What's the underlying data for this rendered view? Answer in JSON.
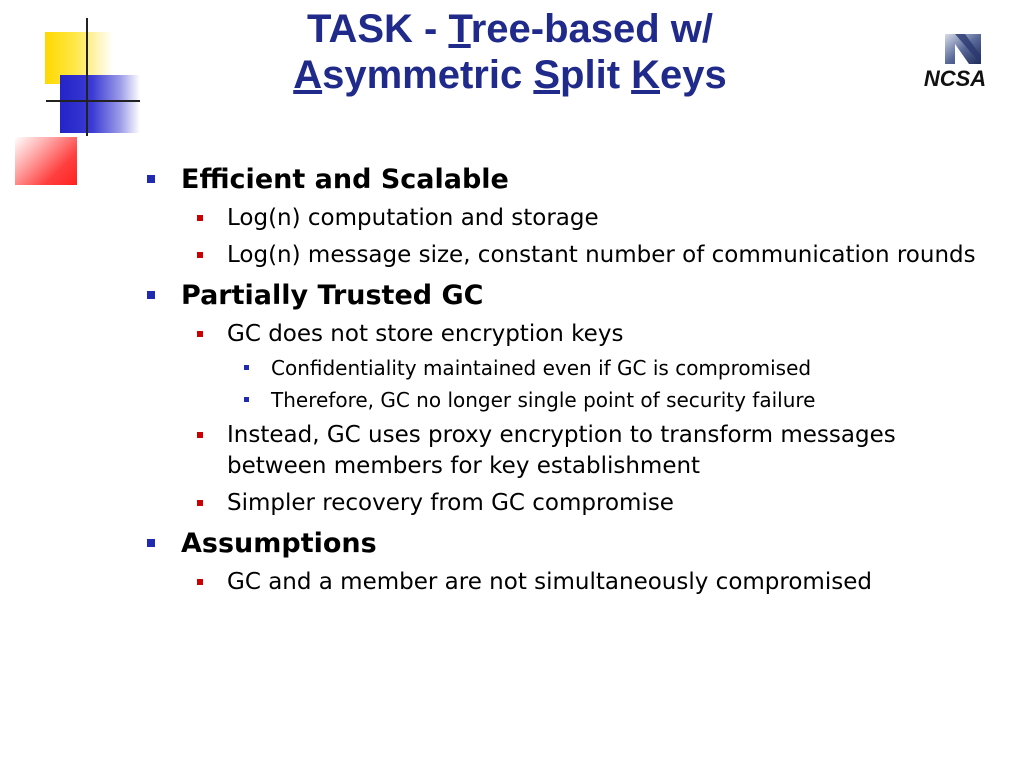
{
  "title": {
    "line1_prefix": "TASK - ",
    "line1_ul": "T",
    "line1_rest": "ree-based w/",
    "line2_ul1": "A",
    "line2_a": "symmetric ",
    "line2_ul2": "S",
    "line2_b": "plit ",
    "line2_ul3": "K",
    "line2_c": "eys"
  },
  "logo": {
    "text": "NCSA",
    "icon": "ncsa-logo-icon"
  },
  "colors": {
    "title": "#1f2a8a",
    "bullet_primary": "#1f2ab0",
    "bullet_secondary": "#cc0000"
  },
  "bullets": [
    {
      "text": "Efficient and Scalable"
    },
    {
      "text": "Log(n) computation and storage"
    },
    {
      "text": "Log(n) message size, constant number of communication rounds"
    },
    {
      "text": "Partially Trusted GC"
    },
    {
      "text": "GC does not store encryption keys"
    },
    {
      "text": "Confidentiality maintained even if GC is compromised"
    },
    {
      "text": "Therefore, GC no longer single point of security failure"
    },
    {
      "text": "Instead, GC uses proxy encryption to transform messages between members for key establishment"
    },
    {
      "text": "Simpler recovery from GC compromise"
    },
    {
      "text": "Assumptions"
    },
    {
      "text": "GC and a member are not simultaneously compromised"
    }
  ]
}
